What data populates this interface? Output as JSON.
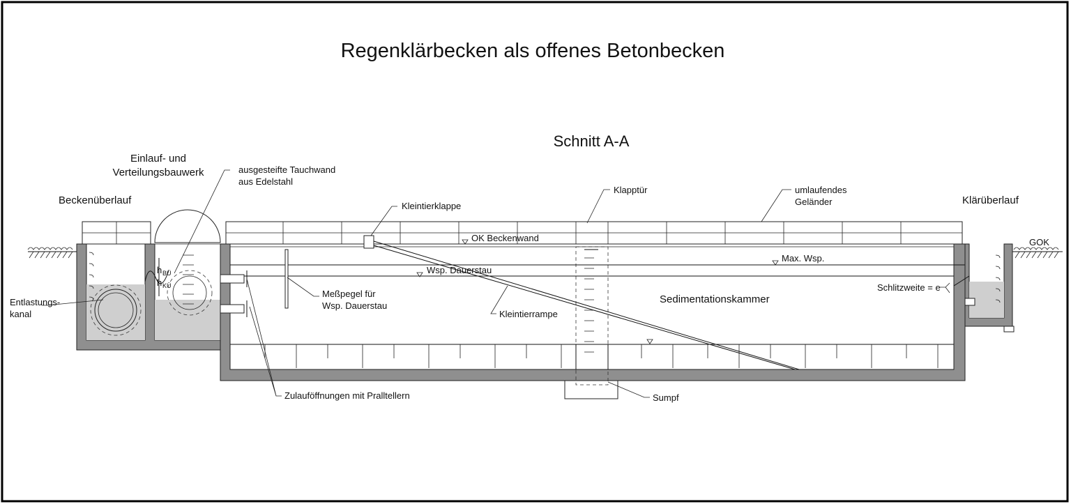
{
  "title": "Regenklärbecken als offenes Betonbecken",
  "section_title": "Schnitt A-A",
  "labels": {
    "einlauf_1": "Einlauf- und",
    "einlauf_2": "Verteilungsbauwerk",
    "tauchwand_1": "ausgesteifte Tauchwand",
    "tauchwand_2": "aus Edelstahl",
    "beckenueberlauf": "Beckenüberlauf",
    "kleintierklappe": "Kleintierklappe",
    "klapptuer": "Klapptür",
    "gelaender_1": "umlaufendes",
    "gelaender_2": "Geländer",
    "klaerueberlauf": "Klärüberlauf",
    "ok_beckenwand": "OK Beckenwand",
    "gok": "GOK",
    "max_wsp": "Max. Wsp.",
    "wsp_dauerstau": "Wsp. Dauerstau",
    "h_bue": "h",
    "h_bue_sub": "BÜ",
    "h_kue": "h",
    "h_kue_sub": "KÜ",
    "messpegel_1": "Meßpegel für",
    "messpegel_2": "Wsp. Dauerstau",
    "kleintierrampe": "Kleintierrampe",
    "sedimentationskammer": "Sedimentationskammer",
    "schlitzweite": "Schlitzweite = e",
    "entlastung_1": "Entlastungs-",
    "entlastung_2": "kanal",
    "zulauf": "Zulauföffnungen mit Pralltellern",
    "sumpf": "Sumpf"
  }
}
